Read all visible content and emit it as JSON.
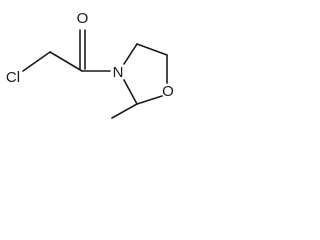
{
  "molecule": {
    "atoms": {
      "carbonyl_oxygen": "O",
      "chlorine": "Cl",
      "ring_nitrogen": "N",
      "ring_oxygen": "O"
    }
  }
}
